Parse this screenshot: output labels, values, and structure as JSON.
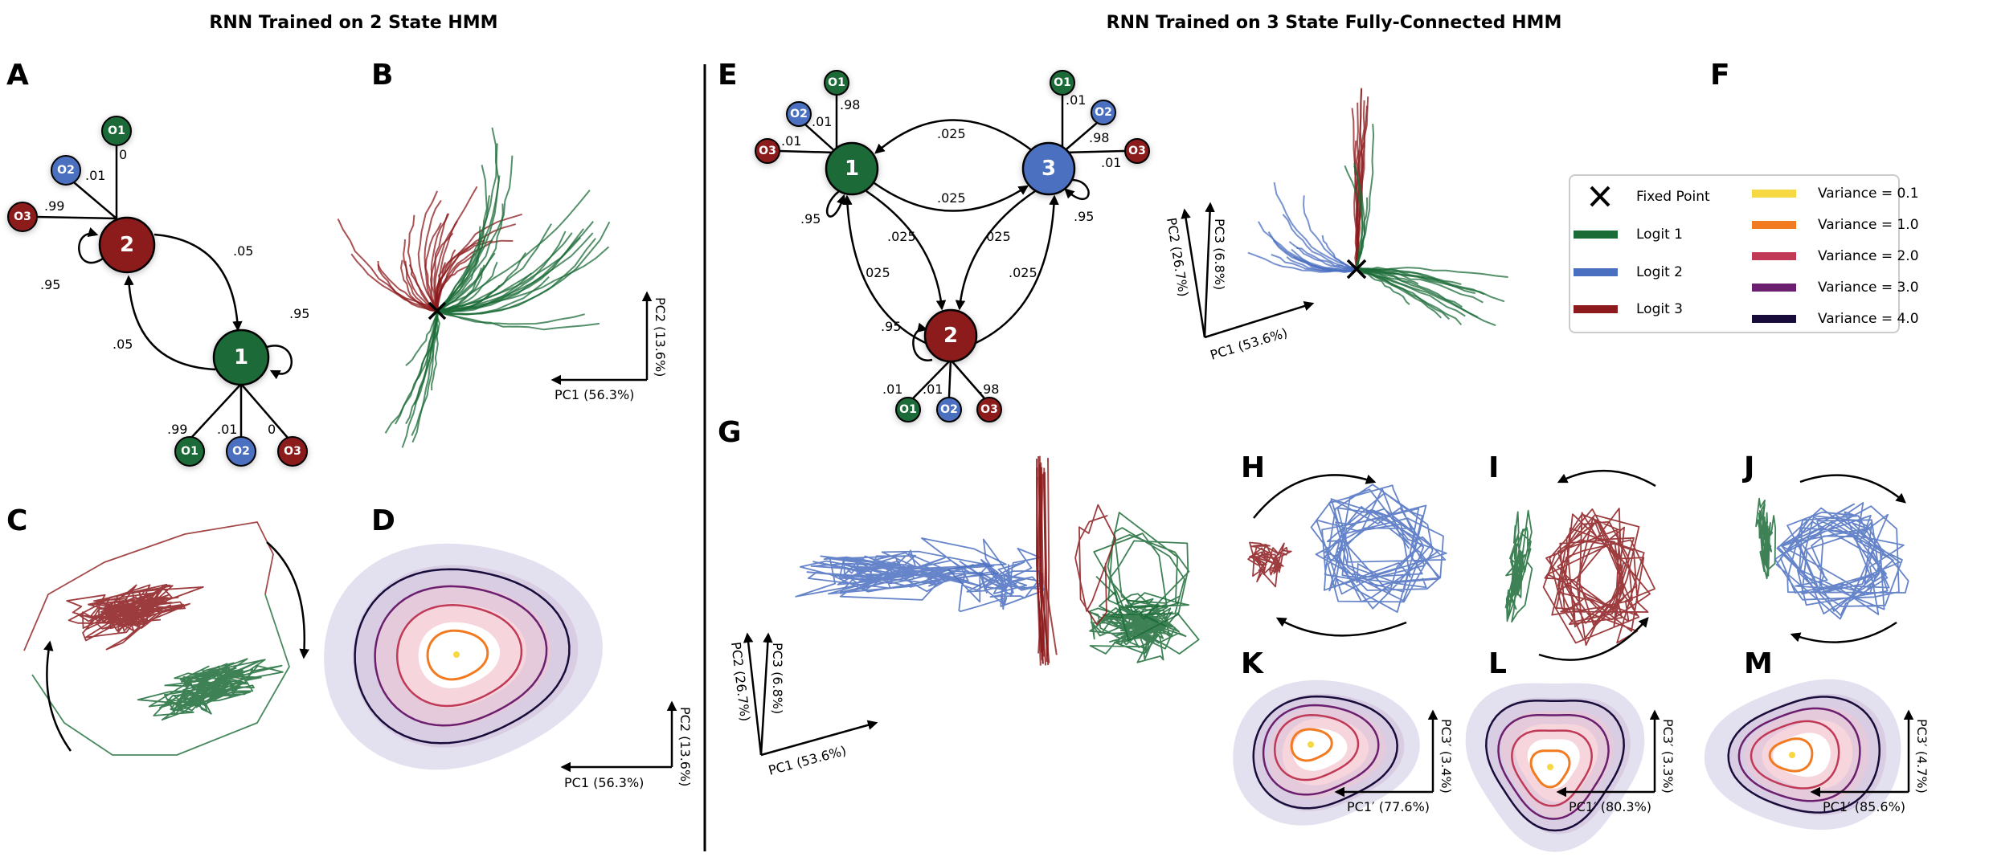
{
  "titles": {
    "left": "RNN Trained on 2 State HMM",
    "right": "RNN Trained on 3 State Fully-Connected HMM"
  },
  "letters": {
    "A": "A",
    "B": "B",
    "C": "C",
    "D": "D",
    "E": "E",
    "F": "F",
    "G": "G",
    "H": "H",
    "I": "I",
    "J": "J",
    "K": "K",
    "L": "L",
    "M": "M"
  },
  "colors": {
    "logit1": "#1b6b37",
    "logit2": "#4b6fc0",
    "logit3": "#8c1a1c",
    "var01": "#f5d842",
    "var10": "#f27a20",
    "var20": "#c03a57",
    "var30": "#6b1f6e",
    "var40": "#170c3a"
  },
  "panel_a": {
    "states": [
      "2",
      "1"
    ],
    "obs": [
      "O1",
      "O2",
      "O3"
    ],
    "emit_state2": [
      "0",
      ".01",
      ".99"
    ],
    "emit_state1": [
      ".99",
      ".01",
      "0"
    ],
    "trans_2_to_1": ".05",
    "trans_1_to_2": ".05",
    "self_2": ".95",
    "self_1": ".95"
  },
  "panel_b": {
    "x_axis": "PC1 (56.3%)",
    "y_axis": "PC2 (13.6%)"
  },
  "panel_d": {
    "x_axis": "PC1 (56.3%)",
    "y_axis": "PC2 (13.6%)"
  },
  "panel_e": {
    "states": [
      "1",
      "2",
      "3"
    ],
    "obs": [
      "O1",
      "O2",
      "O3"
    ],
    "emit_state1": [
      ".98",
      ".01",
      ".01"
    ],
    "emit_state3": [
      ".01",
      ".98",
      ".01"
    ],
    "emit_state2": [
      ".01",
      ".01",
      ".98"
    ],
    "trans": ".025",
    "self": ".95"
  },
  "panel_f": {
    "pc1": "PC1 (53.6%)",
    "pc2": "PC2 (26.7%)",
    "pc3": "PC3 (6.8%)"
  },
  "panel_g": {
    "pc1": "PC1 (53.6%)",
    "pc2": "PC2 (26.7%)",
    "pc3": "PC3 (6.8%)"
  },
  "legend": {
    "fixed_point": "Fixed Point",
    "logit1": "Logit 1",
    "logit2": "Logit 2",
    "logit3": "Logit 3",
    "var01": "Variance = 0.1",
    "var10": "Variance = 1.0",
    "var20": "Variance = 2.0",
    "var30": "Variance = 3.0",
    "var40": "Variance = 4.0"
  },
  "panel_k": {
    "x_axis": "PC1′ (77.6%)",
    "y_axis": "PC3′ (3.4%)"
  },
  "panel_l": {
    "x_axis": "PC1′ (80.3%)",
    "y_axis": "PC3′ (3.3%)"
  },
  "panel_m": {
    "x_axis": "PC1′ (85.6%)",
    "y_axis": "PC3′ (4.7%)"
  }
}
